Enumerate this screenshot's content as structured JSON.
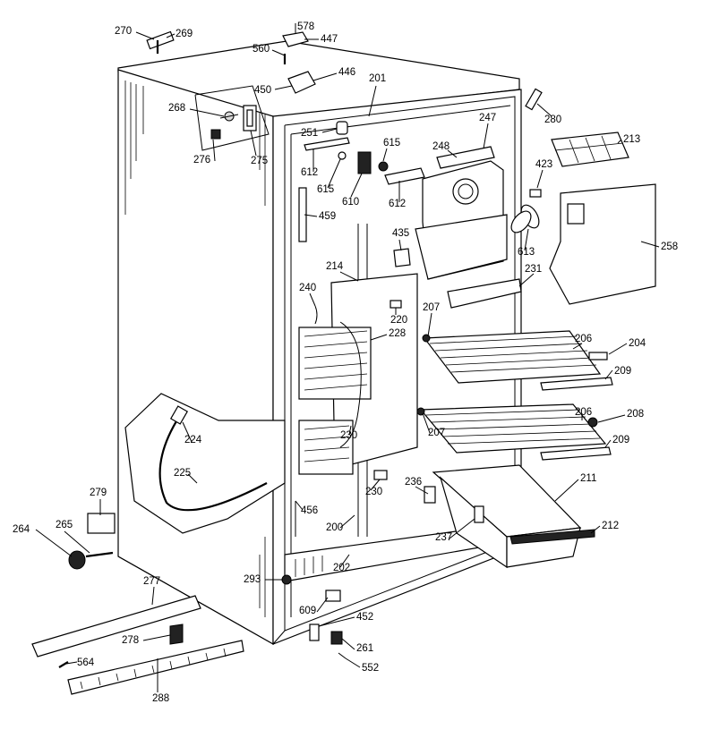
{
  "diagram": {
    "part_numbers": [
      "578",
      "447",
      "270",
      "269",
      "560",
      "446",
      "450",
      "201",
      "268",
      "280",
      "251",
      "247",
      "615",
      "248",
      "213",
      "276",
      "275",
      "612",
      "615",
      "610",
      "612",
      "423",
      "459",
      "435",
      "613",
      "258",
      "214",
      "231",
      "240",
      "220",
      "207",
      "228",
      "206",
      "204",
      "209",
      "224",
      "230",
      "206",
      "208",
      "207",
      "209",
      "225",
      "230",
      "236",
      "211",
      "279",
      "456",
      "200",
      "264",
      "265",
      "237",
      "212",
      "202",
      "293",
      "277",
      "609",
      "452",
      "278",
      "261",
      "564",
      "552",
      "288"
    ]
  }
}
